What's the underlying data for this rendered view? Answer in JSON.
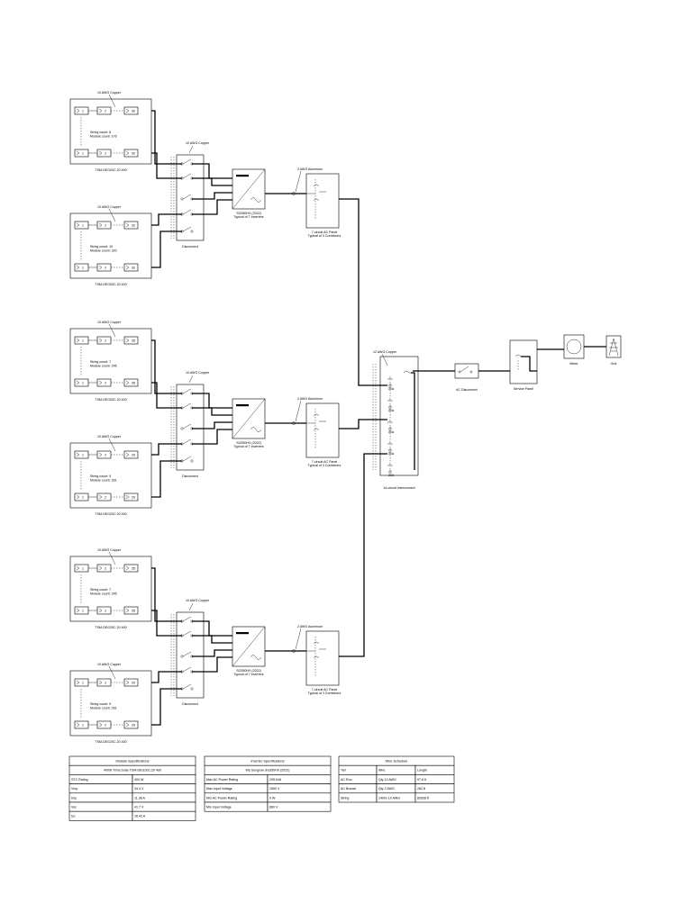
{
  "labels": {
    "wire_10awg": "10 AWG Copper",
    "wire_2awg": "2 AWG Aluminum",
    "wire_12awg": "12 AWG Copper",
    "module_part": "TSM-DEG20C.20 400",
    "disconnect": "Disconnect",
    "inverter_model": "SG350HX (2022)",
    "inverter_typical": "Typical of 7 Inverters",
    "ac_panel_1": "7-circuit AC Panel",
    "ac_panel_2": "Typical of 3 Combiners",
    "interconnect": "14-circuit Interconnect",
    "ac_disconnect": "AC Disconnect",
    "service_panel": "Service Panel",
    "meter": "Meter",
    "grid": "Grid",
    "breaker_label": "30A"
  },
  "groups": [
    {
      "arrays": [
        {
          "string_count": "String count: 8",
          "module_count": "Module count: 176",
          "last_module": "30"
        },
        {
          "string_count": "String count: 10",
          "module_count": "Module count: 320",
          "last_module": "32"
        }
      ]
    },
    {
      "arrays": [
        {
          "string_count": "String count: 7",
          "module_count": "Module count: 245",
          "last_module": "35"
        },
        {
          "string_count": "String count: 9",
          "module_count": "Module count: 261",
          "last_module": "29"
        }
      ]
    },
    {
      "arrays": [
        {
          "string_count": "String count: 7",
          "module_count": "Module count: 245",
          "last_module": "35"
        },
        {
          "string_count": "String count: 9",
          "module_count": "Module count: 261",
          "last_module": "29"
        }
      ]
    }
  ],
  "module_labels": [
    "1",
    "2"
  ],
  "tables": {
    "module": {
      "title": "Module Specifications",
      "subtitle": "400W Trina Solar TSM-DEG20C.20 400",
      "rows": [
        [
          "STC Rating",
          "400 W"
        ],
        [
          "Vmp",
          "34.4 V"
        ],
        [
          "Imp",
          "11.36 A"
        ],
        [
          "Voc",
          "41.7 V"
        ],
        [
          "Isc",
          "16.42 A"
        ]
      ]
    },
    "inverter": {
      "title": "Inverter Specifications",
      "subtitle": "Wa Sungrow SG350HX (2022)",
      "rows": [
        [
          "Max AC Power Rating",
          "295 kVA"
        ],
        [
          "Max Input Voltage",
          "1500 V"
        ],
        [
          "Min AC Power Rating",
          "0 W"
        ],
        [
          "Min Input Voltage",
          "660 V"
        ]
      ]
    },
    "wire": {
      "title": "Wire Schedule",
      "header": [
        "Tier",
        "Wire",
        "Length"
      ],
      "rows": [
        [
          "AC Run",
          "Qty 12 AWG",
          "97.6 ft"
        ],
        [
          "AC Branch",
          "Qty 2 AWG",
          "262 ft"
        ],
        [
          "String",
          "1400x 10 AWG",
          "82838 ft"
        ]
      ]
    }
  }
}
